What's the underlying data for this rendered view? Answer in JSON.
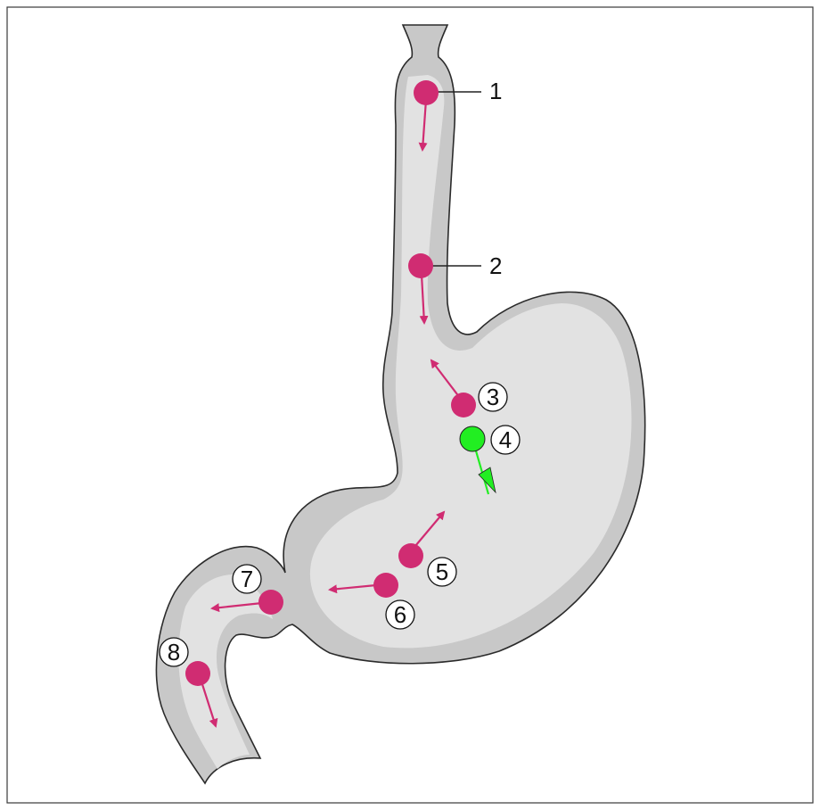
{
  "colors": {
    "dot": "#d02c72",
    "arrow": "#d02c72",
    "dot_highlight": "#22ee22",
    "arrow_highlight": "#22ee22",
    "organ_fill": "#c8c8c8",
    "organ_inner": "#e4e4e4"
  },
  "labels": {
    "l1": "1",
    "l2": "2",
    "l3": "3",
    "l4": "4",
    "l5": "5",
    "l6": "6",
    "l7": "7",
    "l8": "8"
  }
}
